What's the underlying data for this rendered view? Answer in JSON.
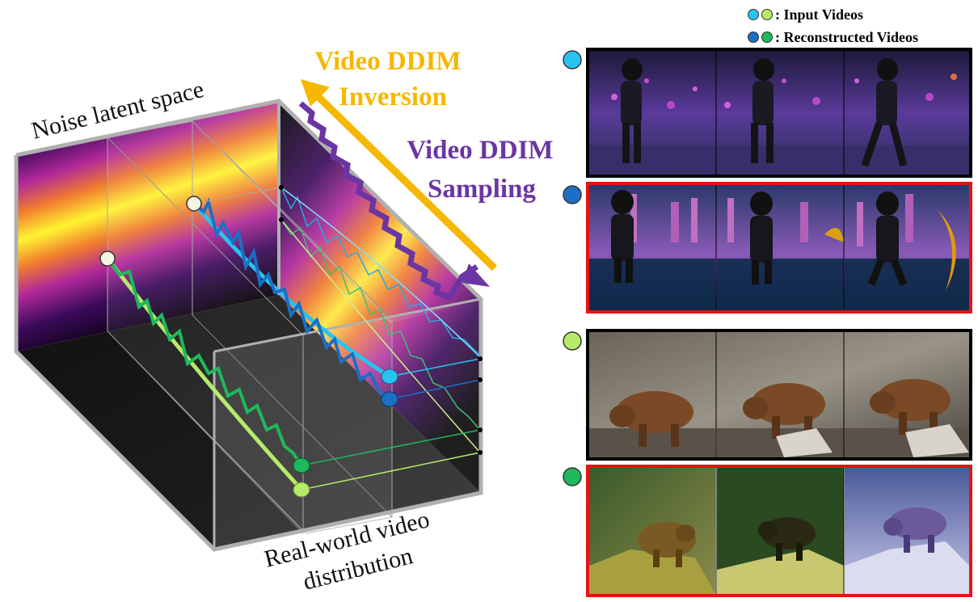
{
  "labels": {
    "noise_space": "Noise latent space",
    "real_world_line1": "Real-world video",
    "real_world_line2": "distribution",
    "inversion_line1": "Video DDIM",
    "inversion_line2": "Inversion",
    "sampling_line1": "Video DDIM",
    "sampling_line2": "Sampling"
  },
  "legend": {
    "input": ": Input Videos",
    "reconstructed": ": Reconstructed Videos"
  },
  "colors": {
    "inversion": "#f5b700",
    "sampling": "#6b35a3",
    "input_blue": "#29c3f0",
    "recon_blue": "#1d6fc4",
    "input_green": "#b6ea6a",
    "recon_green": "#1fb85c",
    "input_border": "#000000",
    "recon_border": "#e31414"
  },
  "strips": [
    {
      "id": "astronaut-input",
      "marker": "input_blue",
      "border": "input",
      "subject": "astronaut"
    },
    {
      "id": "astronaut-recon",
      "marker": "recon_blue",
      "border": "recon",
      "subject": "astronaut"
    },
    {
      "id": "bear-input",
      "marker": "input_green",
      "border": "input",
      "subject": "bear"
    },
    {
      "id": "bear-recon",
      "marker": "recon_green",
      "border": "recon",
      "subject": "bear"
    }
  ]
}
